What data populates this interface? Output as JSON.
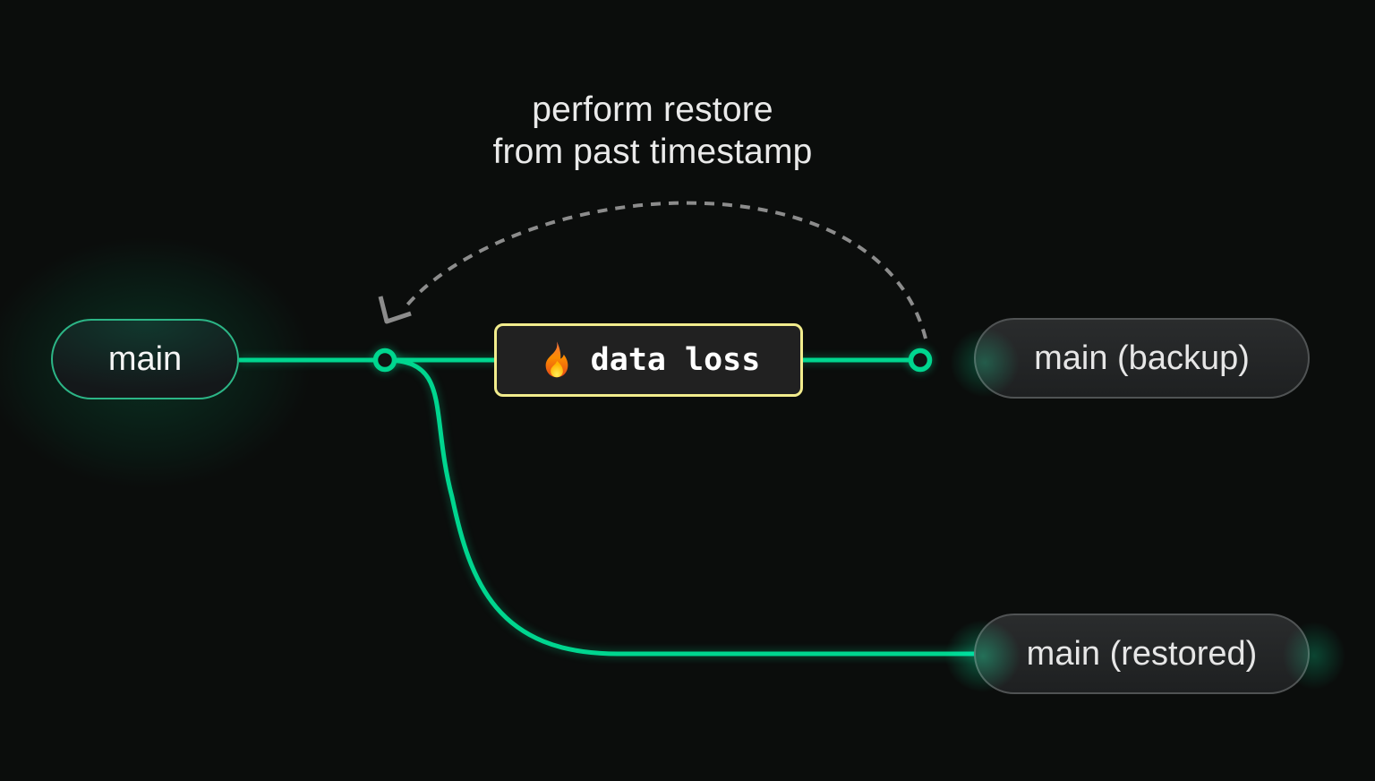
{
  "annotation": {
    "line1": "perform restore",
    "line2": "from past timestamp"
  },
  "nodes": {
    "main": {
      "label": "main"
    },
    "backup": {
      "label": "main (backup)"
    },
    "restored": {
      "label": "main (restored)"
    }
  },
  "event": {
    "label": "data loss",
    "icon": "fire-icon"
  },
  "edges": [
    {
      "from": "main",
      "to": "main (backup)",
      "style": "solid",
      "passes_through": "data loss"
    },
    {
      "from": "main",
      "to": "main (restored)",
      "style": "solid-curve"
    },
    {
      "from": "main (backup)",
      "to": "main",
      "style": "dashed-arrow",
      "label": "perform restore from past timestamp"
    }
  ],
  "colors": {
    "background": "#0b0d0c",
    "branch_green": "#00d68f",
    "node_border_green": "#2cb586",
    "node_border_gray": "#505354",
    "warning_yellow": "#f2ec8d",
    "arc_gray": "#8c8c8c",
    "text_light": "#eaeaea",
    "commit_fill": "#101312"
  }
}
